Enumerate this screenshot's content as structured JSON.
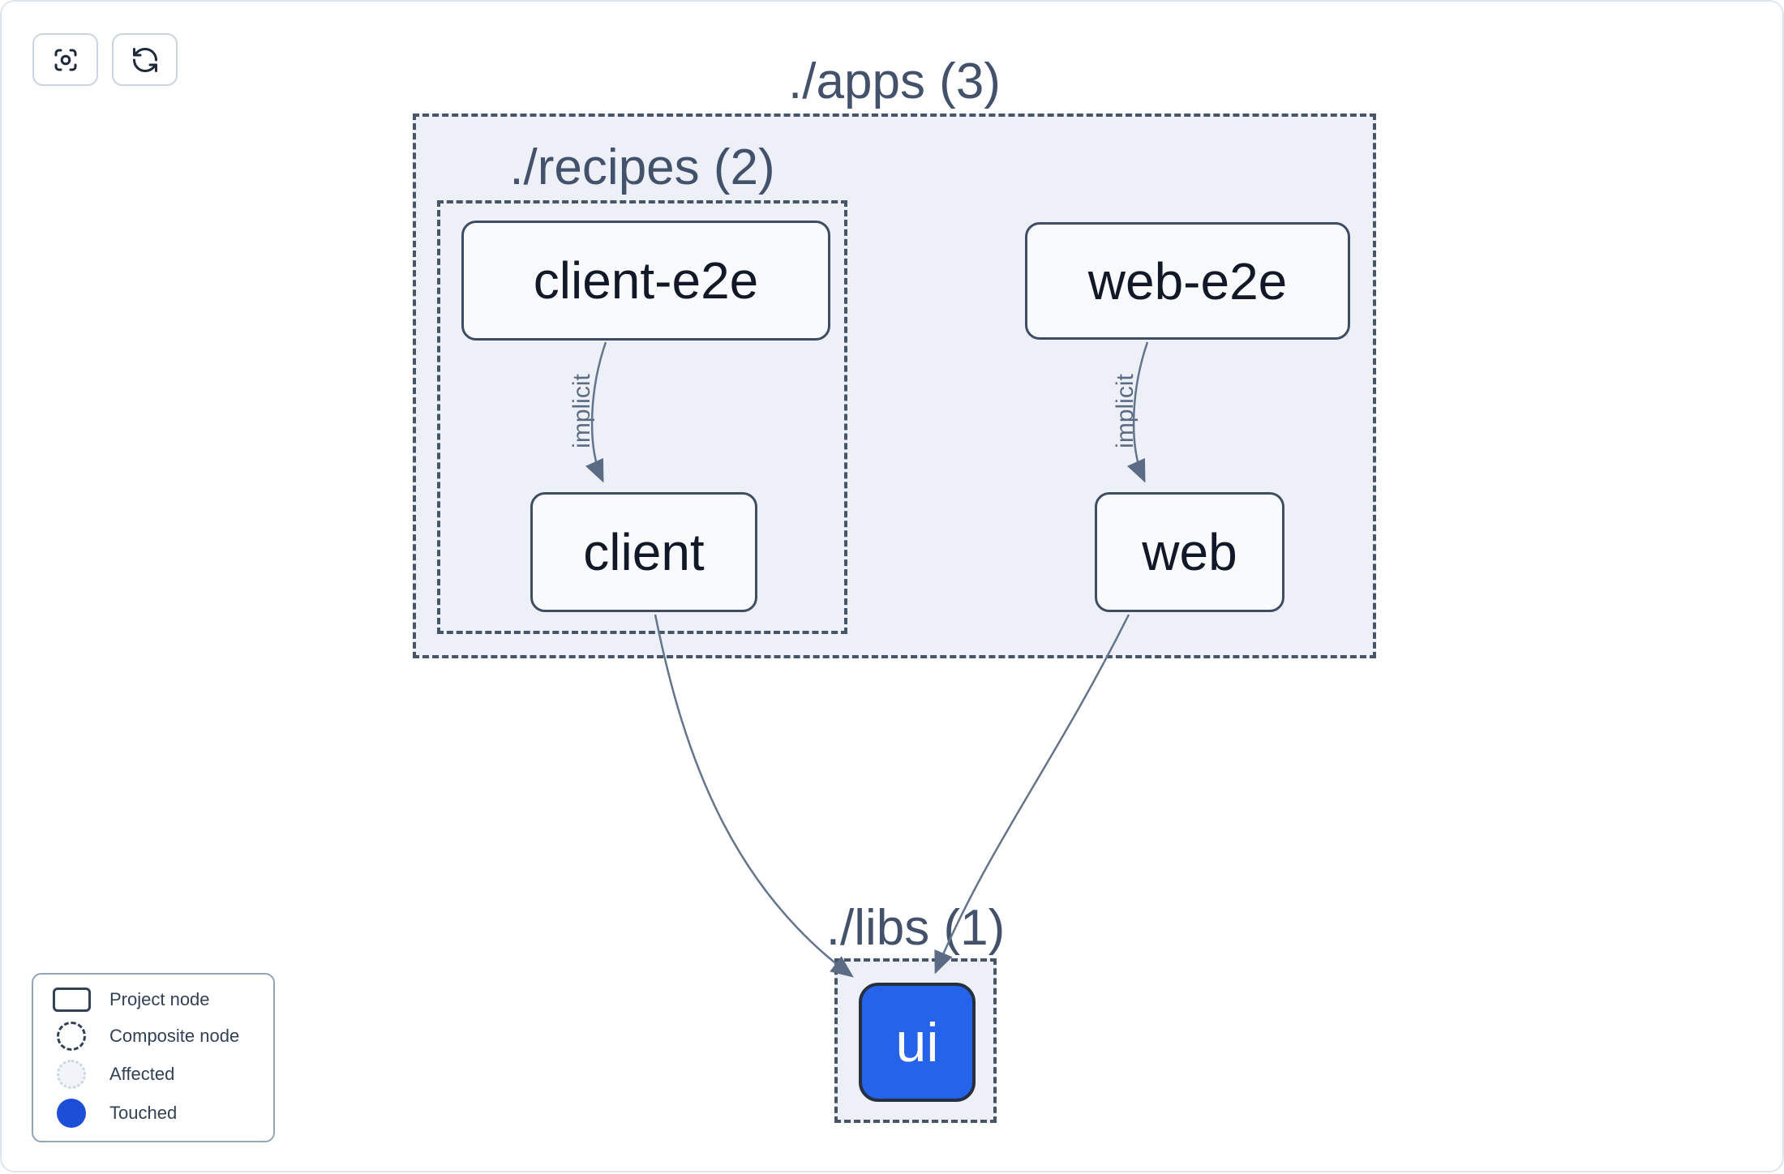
{
  "toolbar": {
    "buttons": [
      {
        "name": "center-graph",
        "icon": "scan-focus-icon"
      },
      {
        "name": "refresh-graph",
        "icon": "refresh-icon"
      }
    ]
  },
  "graph": {
    "containers": [
      {
        "id": "apps",
        "label": "./apps (3)"
      },
      {
        "id": "recipes",
        "label": "./recipes (2)"
      },
      {
        "id": "libs",
        "label": "./libs (1)"
      }
    ],
    "nodes": [
      {
        "id": "client-e2e",
        "label": "client-e2e",
        "type": "project"
      },
      {
        "id": "web-e2e",
        "label": "web-e2e",
        "type": "project"
      },
      {
        "id": "client",
        "label": "client",
        "type": "project"
      },
      {
        "id": "web",
        "label": "web",
        "type": "project"
      },
      {
        "id": "ui",
        "label": "ui",
        "type": "touched"
      }
    ],
    "edges": [
      {
        "from": "client-e2e",
        "to": "client",
        "label": "implicit"
      },
      {
        "from": "web-e2e",
        "to": "web",
        "label": "implicit"
      },
      {
        "from": "client",
        "to": "ui",
        "label": ""
      },
      {
        "from": "web",
        "to": "ui",
        "label": ""
      }
    ]
  },
  "legend": {
    "items": [
      {
        "label": "Project node",
        "swatch": "project"
      },
      {
        "label": "Composite node",
        "swatch": "composite"
      },
      {
        "label": "Affected",
        "swatch": "affected"
      },
      {
        "label": "Touched",
        "swatch": "touched"
      }
    ]
  },
  "colors": {
    "touched_node_fill": "#2563eb",
    "touched_legend_dot": "#1d4ed8",
    "container_fill": "#edf1f7",
    "dashed_border": "#475569",
    "node_border": "#3f4d63",
    "node_fill": "#f8fafc",
    "edge": "#64748b",
    "title_text": "#44516a",
    "node_text": "#111827"
  }
}
